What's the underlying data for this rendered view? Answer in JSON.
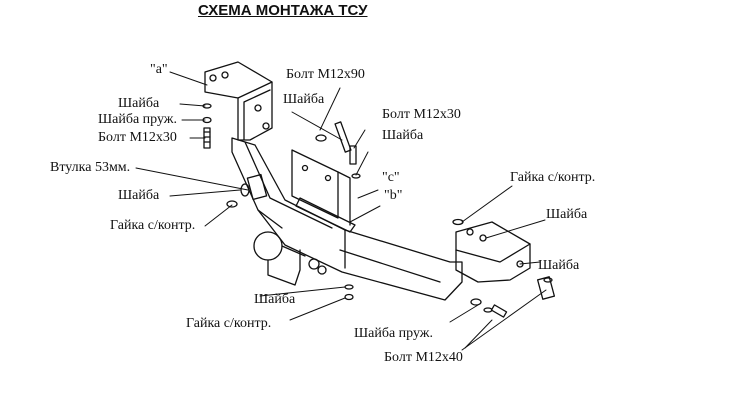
{
  "title": "СХЕМА МОНТАЖА ТСУ",
  "labels": {
    "a": "\"а\"",
    "washer_1": "Шайба",
    "spring_washer_left": "Шайба пруж.",
    "bolt_m12x30_left": "Болт М12х30",
    "bushing": "Втулка 53мм.",
    "washer_2": "Шайба",
    "locknut_left": "Гайка с/контр.",
    "bolt_m12x90": "Болт М12х90",
    "washer_3": "Шайба",
    "bolt_m12x30_center": "Болт М12х30",
    "washer_4": "Шайба",
    "c": "\"с\"",
    "b": "\"b\"",
    "locknut_right": "Гайка с/контр.",
    "washer_5": "Шайба",
    "washer_6": "Шайба",
    "washer_bottom": "Шайба",
    "locknut_bottom": "Гайка с/контр.",
    "spring_washer_right": "Шайба пруж.",
    "bolt_m12x40": "Болт М12х40"
  }
}
